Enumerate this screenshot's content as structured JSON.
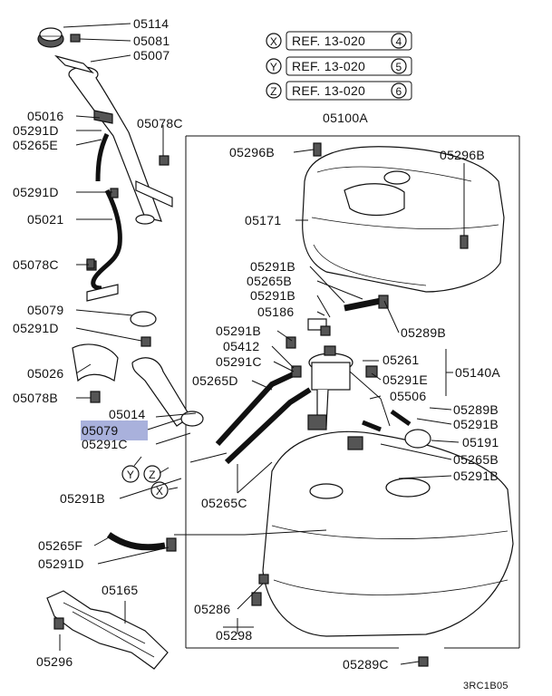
{
  "labels": {
    "p05114": "05114",
    "p05081": "05081",
    "p05007": "05007",
    "p05016": "05016",
    "p05291D_a": "05291D",
    "p05265E": "05265E",
    "p05078C_a": "05078C",
    "p05291D_b": "05291D",
    "p05021": "05021",
    "p05078C_b": "05078C",
    "p05079_a": "05079",
    "p05291D_c": "05291D",
    "p05026": "05026",
    "p05078B": "05078B",
    "p05079_b": "05079",
    "p05291C_a": "05291C",
    "p05014": "05014",
    "p05291B_a": "05291B",
    "p05265F": "05265F",
    "p05291D_d": "05291D",
    "p05165": "05165",
    "p05296": "05296",
    "p05100A": "05100A",
    "p05296B_a": "05296B",
    "p05296B_b": "05296B",
    "p05171": "05171",
    "p05291B_b": "05291B",
    "p05265B_a": "05265B",
    "p05291B_c": "05291B",
    "p05186": "05186",
    "p05289B_a": "05289B",
    "p05291B_d": "05291B",
    "p05412": "05412",
    "p05291C_b": "05291C",
    "p05265D": "05265D",
    "p05261": "05261",
    "p05291E": "05291E",
    "p05140A": "05140A",
    "p05506": "05506",
    "p05289B_b": "05289B",
    "p05291B_e": "05291B",
    "p05191": "05191",
    "p05265B_b": "05265B",
    "p05291B_f": "05291B",
    "p05265C": "05265C",
    "p05286": "05286",
    "p05298": "05298",
    "p05289C": "05289C"
  },
  "refs": [
    {
      "letter": "X",
      "text": "REF. 13-020",
      "num": "4"
    },
    {
      "letter": "Y",
      "text": "REF. 13-020",
      "num": "5"
    },
    {
      "letter": "Z",
      "text": "REF. 13-020",
      "num": "6"
    }
  ],
  "markers": {
    "y": "Y",
    "z": "Z",
    "x": "X"
  },
  "diagram_code": "3RC1B05",
  "highlight_color": "#9aa3d6"
}
